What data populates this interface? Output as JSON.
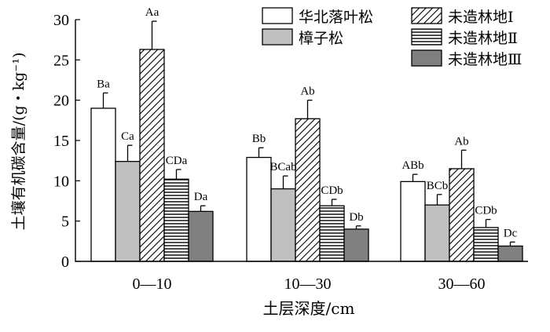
{
  "chart_data": {
    "type": "bar",
    "xlabel": "土层深度/cm",
    "ylabel": "土壤有机碳含量/(g・kg⁻¹)",
    "ylim": [
      0,
      30
    ],
    "yticks": [
      0,
      5,
      10,
      15,
      20,
      25,
      30
    ],
    "categories": [
      "0—10",
      "10—30",
      "30—60"
    ],
    "legend_position": "top-right",
    "series": [
      {
        "name": "华北落叶松",
        "pattern": "white",
        "values": [
          19.0,
          12.9,
          9.9
        ],
        "errors": [
          1.9,
          1.2,
          0.9
        ],
        "labels": [
          "Ba",
          "Bb",
          "ABb"
        ]
      },
      {
        "name": "樟子松",
        "pattern": "lightgray",
        "values": [
          12.4,
          9.0,
          7.0
        ],
        "errors": [
          2.0,
          1.6,
          1.3
        ],
        "labels": [
          "Ca",
          "BCab",
          "BCb"
        ]
      },
      {
        "name": "未造林地Ⅰ",
        "pattern": "diagonal",
        "values": [
          26.3,
          17.7,
          11.5
        ],
        "errors": [
          3.5,
          2.3,
          2.3
        ],
        "labels": [
          "Aa",
          "Ab",
          "Ab"
        ]
      },
      {
        "name": "未造林地Ⅱ",
        "pattern": "horizontal",
        "values": [
          10.2,
          6.9,
          4.2
        ],
        "errors": [
          1.2,
          0.8,
          1.0
        ],
        "labels": [
          "CDa",
          "CDb",
          "CDb"
        ]
      },
      {
        "name": "未造林地Ⅲ",
        "pattern": "darkgray",
        "values": [
          6.2,
          4.0,
          1.9
        ],
        "errors": [
          0.7,
          0.4,
          0.5
        ],
        "labels": [
          "Da",
          "Db",
          "Dc"
        ]
      }
    ],
    "colors": {
      "lightgray": "#c0c0c0",
      "darkgray": "#808080",
      "white": "#ffffff"
    }
  }
}
